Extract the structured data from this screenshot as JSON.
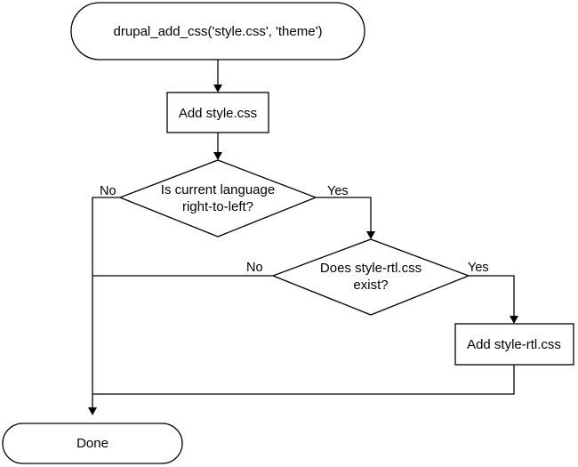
{
  "nodes": {
    "start": {
      "label": "drupal_add_css('style.css', 'theme')"
    },
    "add_style": {
      "label": "Add style.css"
    },
    "rtl_question": {
      "line1": "Is current language",
      "line2": "right-to-left?"
    },
    "exists_question": {
      "line1": "Does style-rtl.css",
      "line2": "exist?"
    },
    "add_rtl": {
      "label": "Add style-rtl.css"
    },
    "done": {
      "label": "Done"
    }
  },
  "edge_labels": {
    "rtl_no": "No",
    "rtl_yes": "Yes",
    "exists_no": "No",
    "exists_yes": "Yes"
  }
}
